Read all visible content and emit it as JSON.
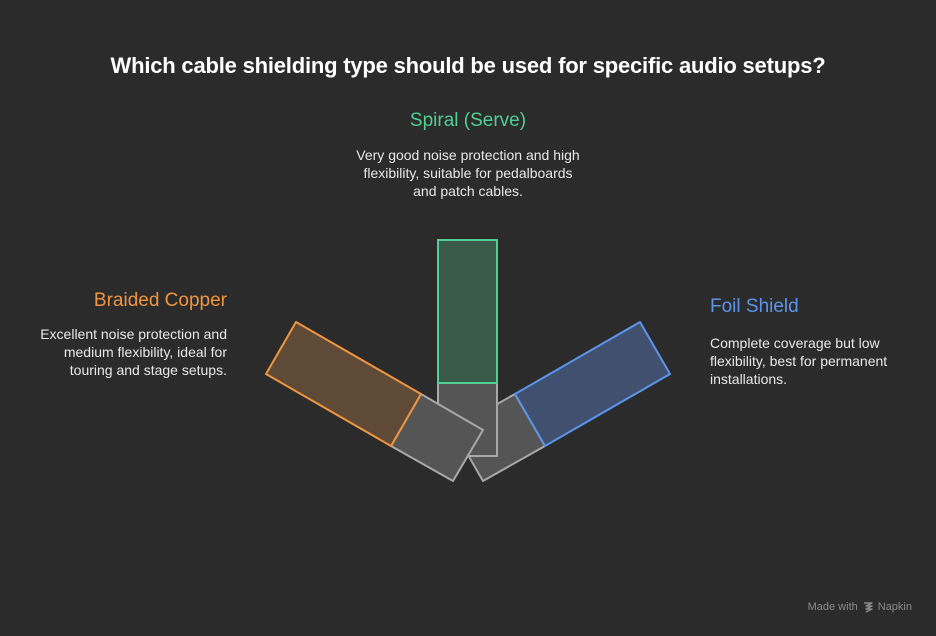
{
  "title": "Which cable shielding type should be used for specific audio setups?",
  "items": [
    {
      "name": "Spiral (Serve)",
      "description": "Very good noise protection and high flexibility, suitable for pedalboards and patch cables.",
      "color": "#4fcf94",
      "fill": "#3b5a4a"
    },
    {
      "name": "Braided Copper",
      "description": "Excellent noise protection and medium flexibility, ideal for touring and stage setups.",
      "color": "#f0953f",
      "fill": "#5e4a37"
    },
    {
      "name": "Foil Shield",
      "description": "Complete coverage but low flexibility, best for permanent installations.",
      "color": "#5b95ea",
      "fill": "#40506e"
    }
  ],
  "colors": {
    "background": "#2b2b2b",
    "gray_fill": "#555555",
    "gray_stroke": "#a8a8a8"
  },
  "footer": {
    "made_with": "Made with",
    "brand": "Napkin"
  }
}
